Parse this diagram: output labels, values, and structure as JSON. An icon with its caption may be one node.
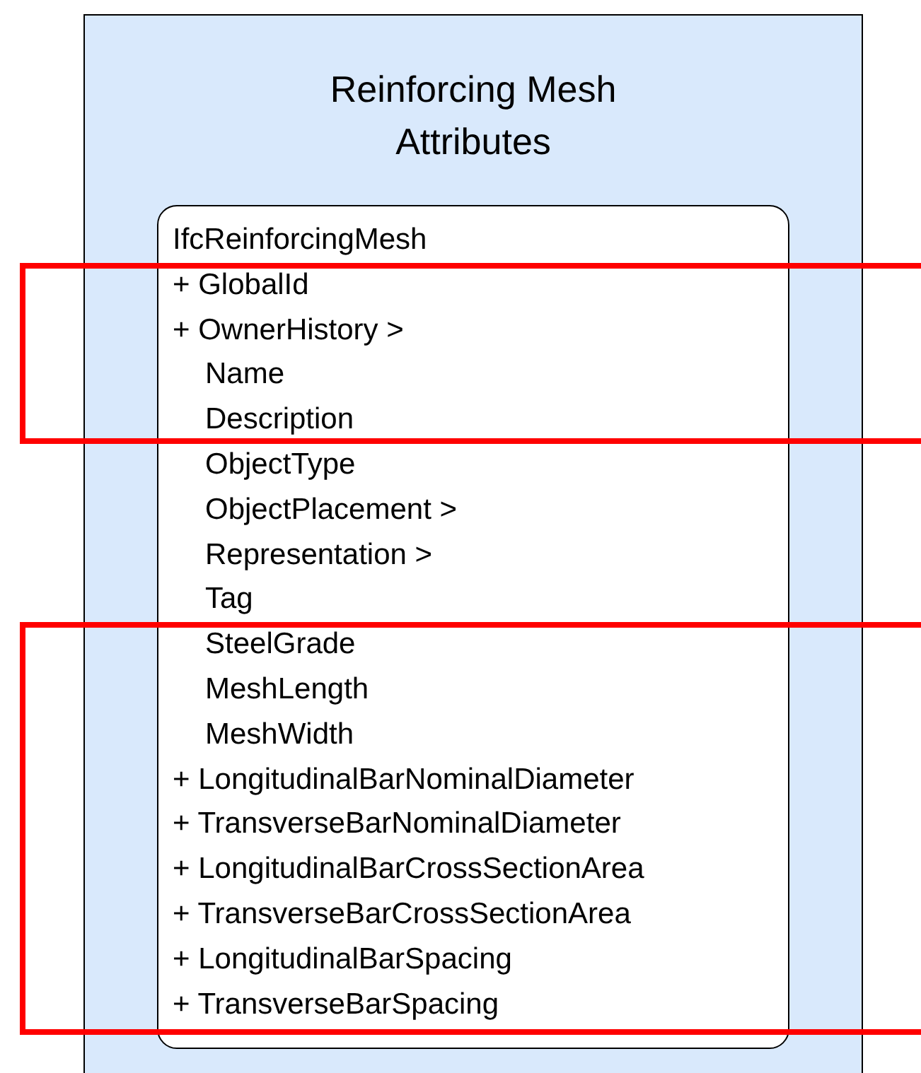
{
  "diagram": {
    "nodes": [
      {
        "text": [
          "Reinforcing Mesh Attributes"
        ]
      },
      {
        "text": [
          "IfcReinforcingMesh",
          "+ GlobalId",
          "+ OwnerHistory >",
          "Name",
          "Description",
          "ObjectType",
          "ObjectPlacement >",
          "Representation >",
          "Tag",
          "SteelGrade",
          "MeshLength",
          "MeshWidth",
          "+ LongitudinalBarNominalDiameter",
          "+ TransverseBarNominalDiameter",
          "+ LongitudinalBarCrossSectionArea",
          "+ TransverseBarCrossSectionArea",
          "+ LongitudinalBarSpacing",
          "+ TransverseBarSpacing"
        ],
        "in": 0
      }
    ]
  }
}
